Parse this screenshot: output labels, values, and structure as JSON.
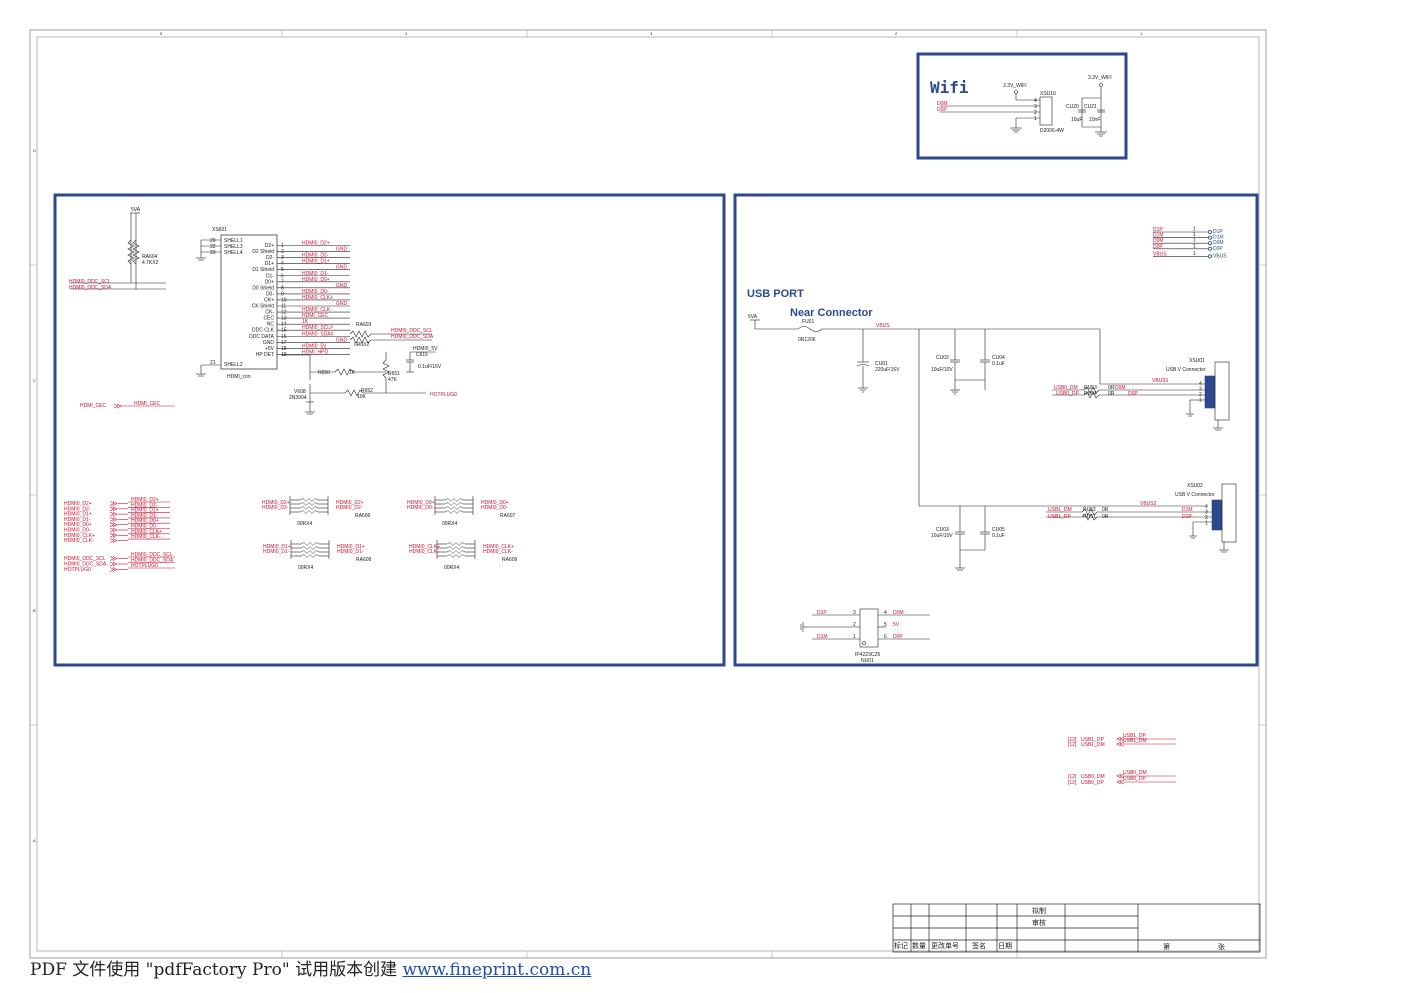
{
  "wifi": {
    "title": "Wifi",
    "supply_left": "3.3V_WIFI",
    "supply_right": "3.3V_WIFI",
    "connector": "XSU10",
    "connector_part": "D2006-4W",
    "cap1": "CU20",
    "cap1_val": "10uF",
    "cap2": "CU21",
    "cap2_val": "10nF",
    "net_dm": "D0M",
    "net_dp": "D0P",
    "pins": [
      "4",
      "3",
      "2",
      "1"
    ]
  },
  "hdmi": {
    "supply": "5VA",
    "resistor": "RA604",
    "resistor_val": "4.7KX2",
    "net_scl": "HDMI0_DDC_SCL",
    "net_sda": "HDMI0_DDC_SDA",
    "connector": "XS601",
    "connector_part": "HDMI_con",
    "left_pins": [
      {
        "num": "20",
        "name": "SHELL1"
      },
      {
        "num": "22",
        "name": "SHELL3"
      },
      {
        "num": "23",
        "name": "SHELL4"
      }
    ],
    "shell2": {
      "num": "21",
      "name": "SHELL2"
    },
    "pin_rows": [
      {
        "num": "1",
        "name": "D2+",
        "net": "HDMI0_D2+"
      },
      {
        "num": "2",
        "name": "D2 Shield",
        "net": "GND"
      },
      {
        "num": "3",
        "name": "D2-",
        "net": "HDMI0_D2-"
      },
      {
        "num": "4",
        "name": "D1+",
        "net": "HDMI0_D1+"
      },
      {
        "num": "5",
        "name": "D1 Shield",
        "net": "GND"
      },
      {
        "num": "6",
        "name": "D1-",
        "net": "HDMI0_D1-"
      },
      {
        "num": "7",
        "name": "D0+",
        "net": "HDMI0_D0+"
      },
      {
        "num": "8",
        "name": "D0 Shield",
        "net": "GND"
      },
      {
        "num": "9",
        "name": "D0-",
        "net": "HDMI0_D0-"
      },
      {
        "num": "10",
        "name": "CK+",
        "net": "HDMI0_CLK+"
      },
      {
        "num": "11",
        "name": "CK Shield",
        "net": "GND"
      },
      {
        "num": "12",
        "name": "CK-",
        "net": "HDMI0_CLK-"
      },
      {
        "num": "13",
        "name": "CEC",
        "net": "HDMI_CEC"
      },
      {
        "num": "14",
        "name": "NC",
        "net": "1K"
      },
      {
        "num": "15",
        "name": "DDC CLK",
        "net": "HDMI0_SCL#"
      },
      {
        "num": "16",
        "name": "DDC DATA",
        "net": "HDMI0_SDA#"
      },
      {
        "num": "17",
        "name": "GND",
        "net": "GND"
      },
      {
        "num": "18",
        "name": "+5V",
        "net": "HDMI0_5V"
      },
      {
        "num": "19",
        "name": "HP DET",
        "net": "HDMI_HPD"
      }
    ],
    "ra603": "RA603",
    "ra603_val": "0R0X2",
    "ddc_scl": "HDMI0_DDC_SCL",
    "ddc_sda": "HDMI0_DDC_SDA",
    "hdmi5v": "HDMI0_5V",
    "c615": "C615",
    "c615_val": "0.1uF/16V",
    "r650": "R650",
    "r650_val": "1K",
    "r651": "R651",
    "r651_val": "47K",
    "r652": "R652",
    "r652_val": "10K",
    "v608": "V608",
    "v608_part": "2N3904",
    "hotplug": "HOTPLUG0",
    "cec_label": "HDMI_CEC",
    "cec_net": "HDMI_CEC",
    "bus_left": [
      "HDMI0_D2+",
      "HDMI0_D2-",
      "HDMI0_D1+",
      "HDMI0_D1-",
      "HDMI0_D0+",
      "HDMI0_D0-",
      "HDMI0_CLK+",
      "HDMI0_CLK-"
    ],
    "bus_right": [
      "HDMI0_D2+",
      "HDMI0_D2-",
      "HDMI0_D1+",
      "HDMI0_D1-",
      "HDMI0_D0+",
      "HDMI0_D0-",
      "HDMI0_CLK+",
      "HDMI0_CLK-"
    ],
    "bus2_left": [
      "HDMI0_DDC_SCL",
      "HDMI0_DDC_SDA",
      "HOTPLUG0"
    ],
    "bus2_right": [
      "HDMI0_DDC_SCL",
      "HDMI0_DDC_SDA",
      "HOTPLUG0"
    ],
    "arrays": [
      {
        "left": [
          "HDMI0_D2+",
          "HDMI0_D2-"
        ],
        "right": [
          "HDMI0_D2+",
          "HDMI0_D2-"
        ],
        "ra": "RA606",
        "val": "00RX4"
      },
      {
        "left": [
          "HDMI0_D0+",
          "HDMI0_D0-"
        ],
        "right": [
          "HDMI0_D0+",
          "HDMI0_D0-"
        ],
        "ra": "RA607",
        "val": "00RX4"
      },
      {
        "left": [
          "HDMI0_D1+",
          "HDMI0_D1-"
        ],
        "right": [
          "HDMI0_D1+",
          "HDMI0_D1-"
        ],
        "ra": "RA608",
        "val": "00RX4"
      },
      {
        "left": [
          "HDMI0_CLK+",
          "HDMI0_CLK-"
        ],
        "right": [
          "HDMI0_CLK+",
          "HDMI0_CLK-"
        ],
        "ra": "RA609",
        "val": "00RX4"
      }
    ]
  },
  "usb": {
    "title": "USB PORT",
    "subtitle": "Near Connector",
    "supply": "5VA",
    "fuse": "FU01",
    "fuse_val": "0R1206",
    "vbus": "VBUS",
    "cu01": "CU01",
    "cu01_val": "220uF/16V",
    "cu02": "CU02",
    "cu02_val": "10uF/10V",
    "cu04": "CU04",
    "cu04_val": "0.1uF",
    "cu03": "CU03",
    "cu03_val": "10uF/10V",
    "cu05": "CU05",
    "cu05_val": "0.1uF",
    "xsu01": "XSU01",
    "xsu01_part": "USB V Connector",
    "xsu02": "XSU02",
    "xsu02_part": "USB V Connector",
    "vbus1": "VBUS1",
    "vbus2": "VBUS2",
    "usb0_dm": "USB0_DM",
    "usb0_dp": "USB0_DP",
    "usb1_dm": "USB1_DM",
    "usb1_dp": "USB1_DP",
    "ru53": "RU53",
    "ru54": "RU54",
    "ru52": "RU52",
    "ru51": "RU51",
    "zero_r": "0R",
    "d0m": "D0M",
    "d0p": "D0P",
    "d1m": "D1M",
    "d1p": "D1P",
    "top_nets": [
      {
        "net": "D1P",
        "pin": "1",
        "label": "D1P"
      },
      {
        "net": "D1M",
        "pin": "1",
        "label": "D1M"
      },
      {
        "net": "D0M",
        "pin": "1",
        "label": "D0M"
      },
      {
        "net": "D0P",
        "pin": "1",
        "label": "D0P"
      },
      {
        "net": "VBUS",
        "pin": "1",
        "label": "VBUS"
      }
    ],
    "conn_pins": [
      "4",
      "3",
      "2",
      "1"
    ],
    "esd": "IP4223CZ6",
    "esd_ref": "NU01",
    "esd_pins": [
      {
        "l": "3",
        "lnet": "D1P",
        "r": "4",
        "rnet": "D0M"
      },
      {
        "l": "2",
        "lnet": "",
        "r": "5",
        "rnet": "5V"
      },
      {
        "l": "1",
        "lnet": "D1M",
        "r": "6",
        "rnet": "D0P"
      }
    ],
    "offpage": [
      {
        "ref": "[12]",
        "net": "USB1_DP",
        "label": "USB1_DP"
      },
      {
        "ref": "[12]",
        "net": "USB1_DM",
        "label": "USB1_DM"
      },
      {
        "ref": "[12]",
        "net": "USB0_DM",
        "label": "USB0_DM"
      },
      {
        "ref": "[12]",
        "net": "USB0_DP",
        "label": "USB0_DP"
      }
    ]
  },
  "title_block": {
    "draft": "拟制",
    "review": "审核",
    "cols": [
      "标记",
      "数量",
      "更改单号",
      "签名",
      "日期"
    ],
    "page": "第",
    "sheets": "张"
  },
  "footer": {
    "prefix": "PDF 文件使用 \"pdfFactory Pro\" 试用版本创建 ",
    "link": "www.fineprint.com.cn"
  },
  "border_labels": {
    "top": [
      "5",
      "4",
      "3",
      "2",
      "1"
    ],
    "left": [
      "D",
      "C",
      "B",
      "A"
    ]
  }
}
